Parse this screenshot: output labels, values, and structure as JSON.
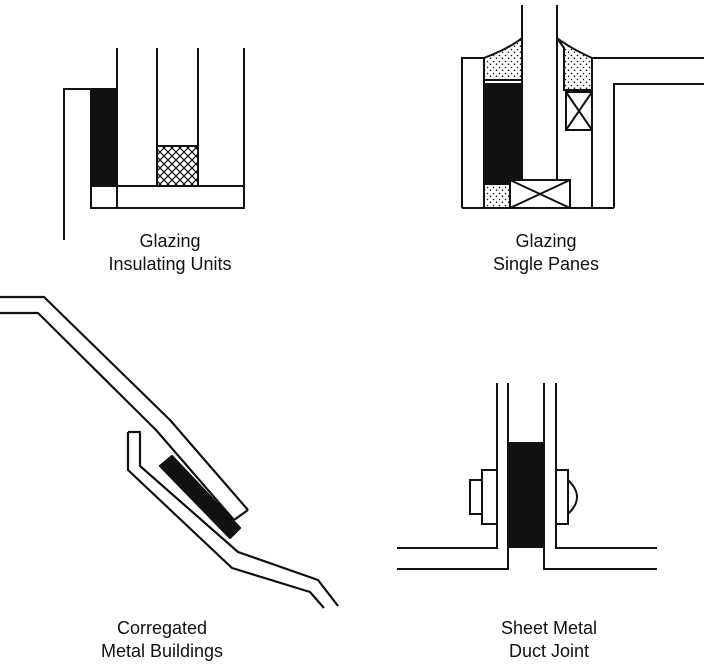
{
  "colors": {
    "line": "#111111",
    "fill_black": "#111111",
    "background": "#ffffff"
  },
  "figures": [
    {
      "id": "glazing-insulating",
      "caption": [
        "Glazing",
        "Insulating Units"
      ]
    },
    {
      "id": "glazing-single",
      "caption": [
        "Glazing",
        "Single Panes"
      ]
    },
    {
      "id": "corrugated-metal",
      "caption": [
        "Corregated",
        "Metal Buildings"
      ]
    },
    {
      "id": "sheet-metal-duct",
      "caption": [
        "Sheet Metal",
        "Duct Joint"
      ]
    }
  ]
}
